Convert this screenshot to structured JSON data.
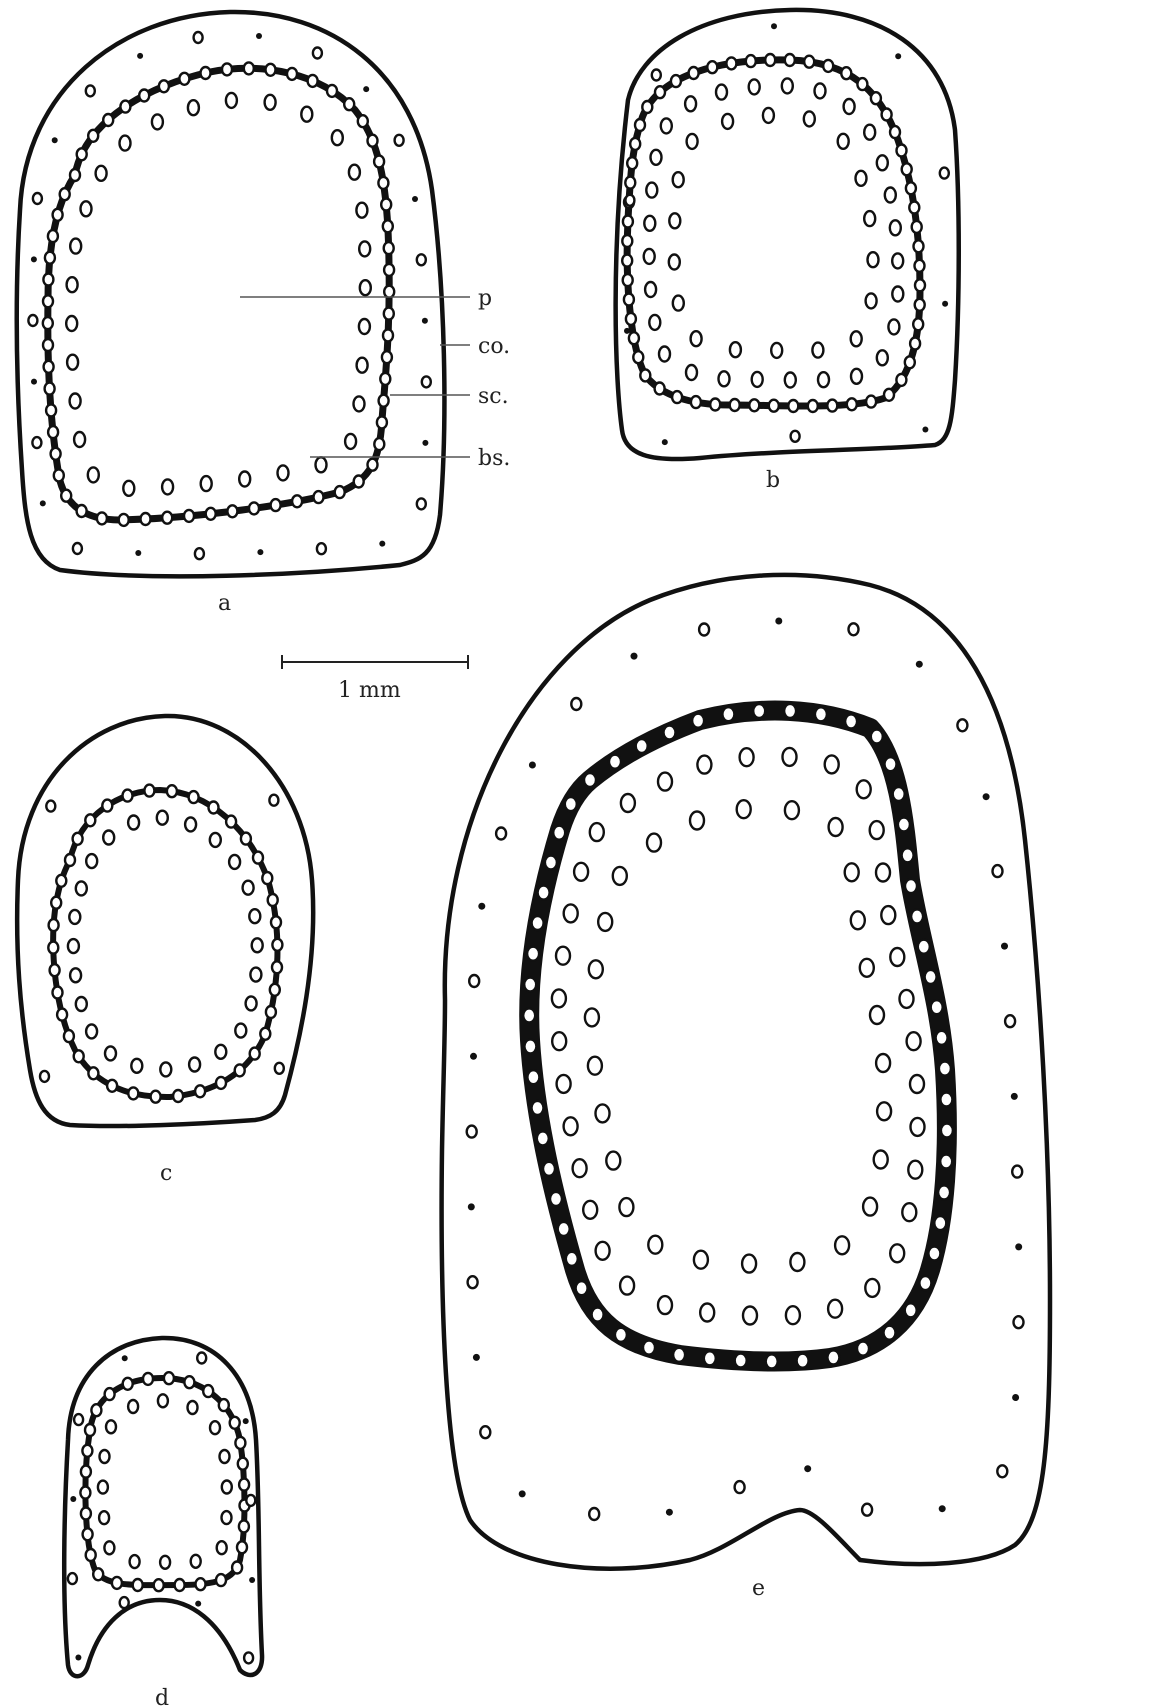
{
  "panels": [
    {
      "id": "a",
      "label": "a"
    },
    {
      "id": "b",
      "label": "b"
    },
    {
      "id": "c",
      "label": "c"
    },
    {
      "id": "d",
      "label": "d"
    },
    {
      "id": "e",
      "label": "e"
    }
  ],
  "annotations": {
    "p": "p",
    "co": "co.",
    "sc": "sc.",
    "bs": "bs."
  },
  "scale_bar": {
    "label": "1 mm"
  }
}
